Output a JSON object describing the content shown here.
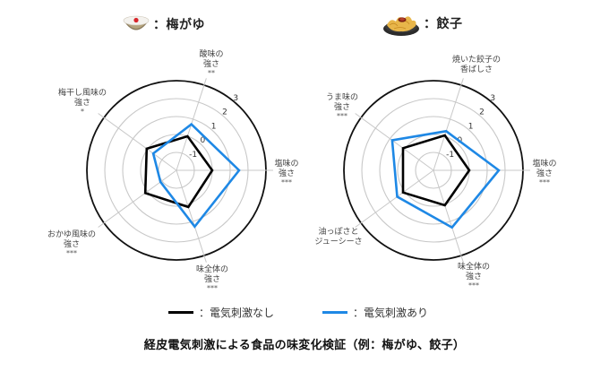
{
  "chart_data": [
    {
      "type": "radar",
      "title": "梅がゆ",
      "icon": "rice-porridge-bowl-icon",
      "center": [
        197,
        190
      ],
      "radius_per_unit": 20,
      "rlim": [
        -2,
        3
      ],
      "ticks": [
        -1,
        0,
        1,
        2,
        3
      ],
      "axes": [
        {
          "label": "塩味の\n強さ",
          "sig": "***"
        },
        {
          "label": "酸味の\n強さ",
          "sig": "**"
        },
        {
          "label": "梅干し風味の\n強さ",
          "sig": "*"
        },
        {
          "label": "おかゆ風味の\n強さ",
          "sig": "***"
        },
        {
          "label": "味全体の\n強さ",
          "sig": "***"
        }
      ],
      "series": [
        {
          "name": "電気刺激なし",
          "color": "#000000",
          "values": [
            0.0,
            0.0,
            0.05,
            0.15,
            0.15
          ]
        },
        {
          "name": "電気刺激あり",
          "color": "#1e88e5",
          "values": [
            1.5,
            0.7,
            -0.4,
            -0.9,
            1.3
          ]
        }
      ]
    },
    {
      "type": "radar",
      "title": "餃子",
      "icon": "gyoza-plate-icon",
      "center": [
        484,
        190
      ],
      "radius_per_unit": 20,
      "rlim": [
        -2,
        3
      ],
      "ticks": [
        -1,
        0,
        1,
        2,
        3
      ],
      "axes": [
        {
          "label": "塩味の\n強さ",
          "sig": "***"
        },
        {
          "label": "焼いた餃子の\n香ばしさ",
          "sig": ""
        },
        {
          "label": "うま味の\n強さ",
          "sig": "***"
        },
        {
          "label": "油っぽさと\nジューシーさ",
          "sig": ""
        },
        {
          "label": "味全体の\n強さ",
          "sig": "***"
        }
      ],
      "series": [
        {
          "name": "電気刺激なし",
          "color": "#000000",
          "values": [
            0.0,
            0.05,
            0.1,
            0.1,
            0.05
          ]
        },
        {
          "name": "電気刺激あり",
          "color": "#1e88e5",
          "values": [
            1.65,
            0.3,
            0.85,
            0.5,
            1.35
          ]
        }
      ]
    }
  ],
  "headers": {
    "left": {
      "prefix": "：",
      "name": "梅がゆ"
    },
    "right": {
      "prefix": "：",
      "name": "餃子"
    }
  },
  "legend": {
    "items": [
      {
        "label": "：電気刺激なし",
        "color": "#000000"
      },
      {
        "label": "：電気刺激あり",
        "color": "#1e88e5"
      }
    ]
  },
  "caption": "経皮電気刺激による食品の味変化検証（例：梅がゆ、餃子）"
}
